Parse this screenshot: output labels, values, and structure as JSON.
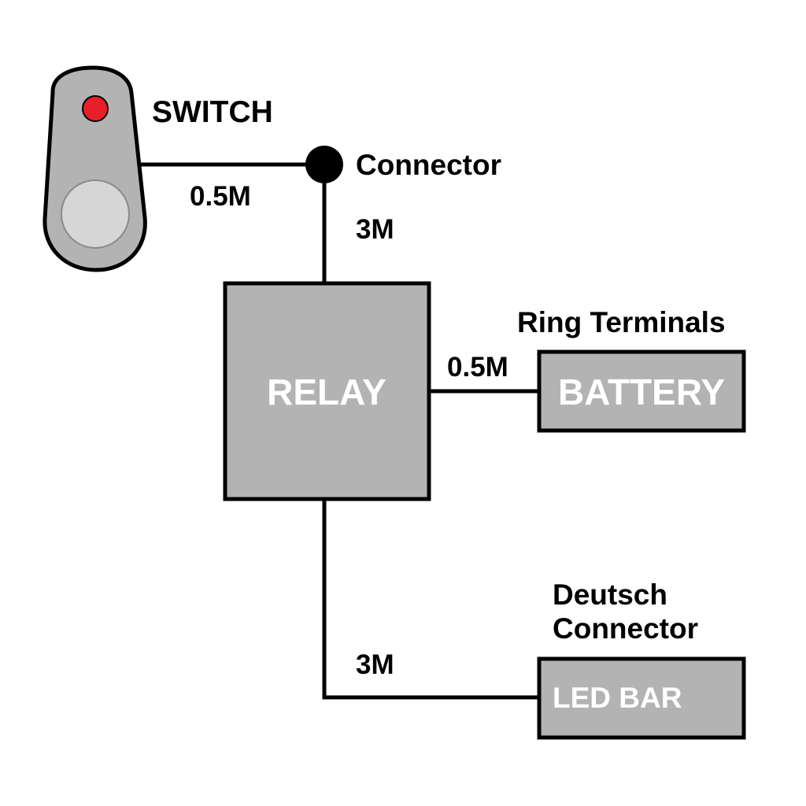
{
  "colors": {
    "background": "#ffffff",
    "component_fill": "#b3b3b3",
    "switch_button_fill": "#d6d6d6",
    "indicator_led": "#e8202a",
    "wire": "#000000",
    "label_text": "#000000",
    "box_text": "#ffffff"
  },
  "switch": {
    "label": "SWITCH",
    "icon": "rocker-switch-icon",
    "indicator": "red-led"
  },
  "connector": {
    "label": "Connector",
    "icon": "junction-dot-icon"
  },
  "relay": {
    "label": "RELAY"
  },
  "battery": {
    "label": "BATTERY",
    "terminal_label": "Ring Terminals"
  },
  "led_bar": {
    "label": "LED BAR",
    "connector_label_line1": "Deutsch",
    "connector_label_line2": "Connector"
  },
  "wires": {
    "switch_to_connector": "0.5M",
    "connector_to_relay": "3M",
    "relay_to_battery": "0.5M",
    "relay_to_led_bar": "3M"
  }
}
